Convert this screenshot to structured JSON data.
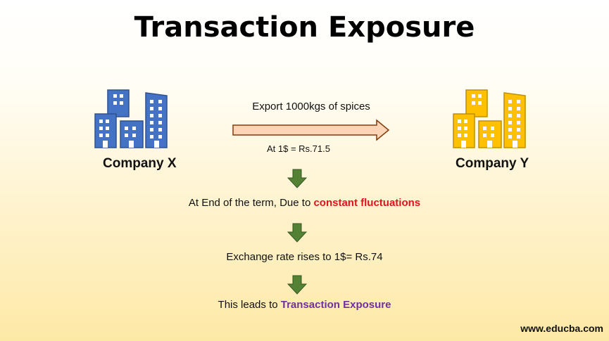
{
  "title": "Transaction Exposure",
  "company_x": {
    "label": "Company X",
    "color": "#4472c4"
  },
  "company_y": {
    "label": "Company Y",
    "color": "#ffc000"
  },
  "transfer": {
    "label": "Export 1000kgs of spices",
    "rate_label": "At 1$ = Rs.71.5",
    "arrow_color": "#fbd5b5"
  },
  "steps": [
    {
      "text": "At End of the term, Due to ",
      "highlight": "constant fluctuations",
      "highlight_color": "#e4111d"
    },
    {
      "text": "Exchange rate rises to 1$= Rs.74"
    },
    {
      "text": "This leads to ",
      "highlight": "Transaction Exposure",
      "highlight_color": "#7030a0"
    }
  ],
  "down_arrow_color": "#548235",
  "watermark": "www.educba.com"
}
